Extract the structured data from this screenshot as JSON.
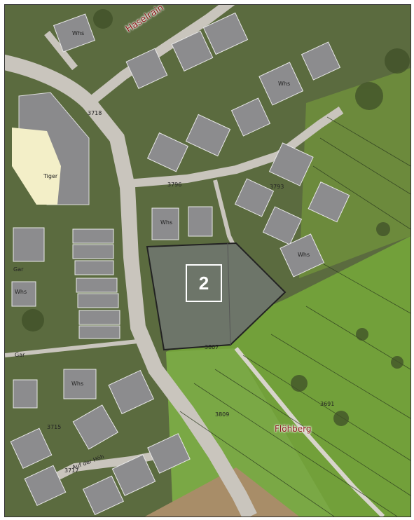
{
  "map": {
    "streets": {
      "haselrain": "Haselrain",
      "flohberg": "Flöhberg",
      "auf_der_hoeh": "Auf der Höh"
    },
    "parcel_marker": "2",
    "parcel_numbers": {
      "p3718": "3718",
      "p3796": "3796",
      "p3807": "3807",
      "p3809": "3809",
      "p3717": "3717",
      "p3715": "3715",
      "p3793": "3793",
      "p3691": "3691"
    },
    "building_labels": {
      "whs": "Whs",
      "gar": "Gar",
      "tiger": "Tiger"
    },
    "colors": {
      "meadow": "#6f9a3a",
      "road": "#c8c4bc",
      "roof": "#8a8a8c",
      "parcel_outline": "#2a2a2a",
      "street_label": "#8b1a1a",
      "marker": "#ffffff"
    }
  }
}
